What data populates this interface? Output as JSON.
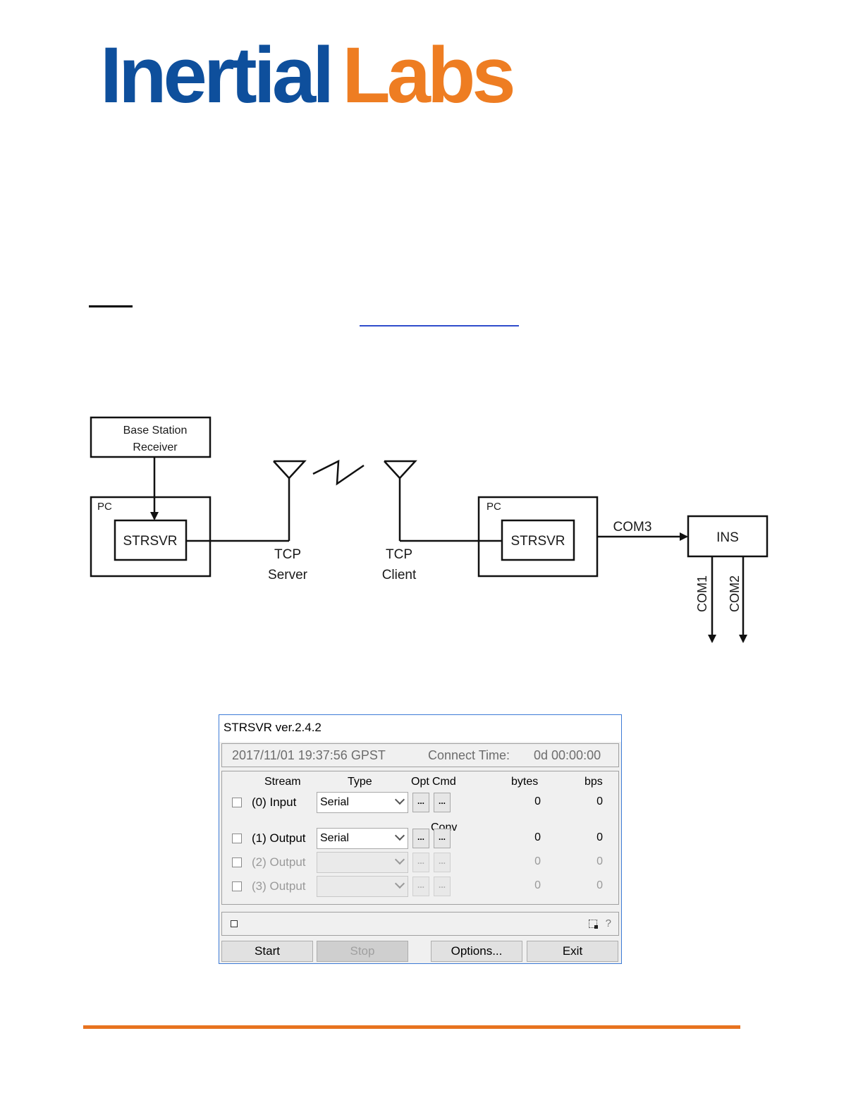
{
  "logo": {
    "part1": "Inertial",
    "part2": "Labs"
  },
  "diagram": {
    "base_station": [
      "Base Station",
      "Receiver"
    ],
    "pc_left": "PC",
    "strsvr_left": "STRSVR",
    "tcp_server": [
      "TCP",
      "Server"
    ],
    "tcp_client": [
      "TCP",
      "Client"
    ],
    "pc_right": "PC",
    "strsvr_right": "STRSVR",
    "com3": "COM3",
    "ins": "INS",
    "com1": "COM1",
    "com2": "COM2"
  },
  "window": {
    "title": "STRSVR ver.2.4.2",
    "datetime": "2017/11/01 19:37:56 GPST",
    "connect_label": "Connect Time:",
    "connect_value": "0d 00:00:00",
    "headers": {
      "stream": "Stream",
      "type": "Type",
      "opt": "Opt",
      "cmd": "Cmd",
      "bytes": "bytes",
      "bps": "bps"
    },
    "conv_label": "Conv",
    "rows": [
      {
        "label": "(0) Input",
        "type": "Serial",
        "bytes": "0",
        "bps": "0"
      },
      {
        "label": "(1) Output",
        "type": "Serial",
        "bytes": "0",
        "bps": "0"
      },
      {
        "label": "(2) Output",
        "type": "",
        "bytes": "0",
        "bps": "0"
      },
      {
        "label": "(3) Output",
        "type": "",
        "bytes": "0",
        "bps": "0"
      }
    ],
    "dots": "...",
    "help": "?",
    "buttons": {
      "start": "Start",
      "stop": "Stop",
      "options": "Options...",
      "exit": "Exit"
    }
  }
}
